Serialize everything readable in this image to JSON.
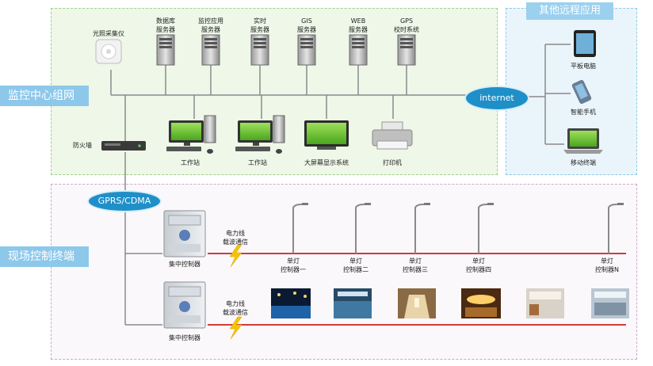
{
  "zones": {
    "monitor_center": "监控中心组网",
    "field_terminal": "现场控制终端",
    "remote_apps": "其他远程应用"
  },
  "servers": [
    {
      "line1": "数据库",
      "line2": "服务器"
    },
    {
      "line1": "监控应用",
      "line2": "服务器"
    },
    {
      "line1": "实时",
      "line2": "服务器"
    },
    {
      "line1": "GIS",
      "line2": "服务器"
    },
    {
      "line1": "WEB",
      "line2": "服务器"
    },
    {
      "line1": "GPS",
      "line2": "校时系统"
    }
  ],
  "light_collector": "光照采集仪",
  "firewall": "防火墙",
  "workstations": [
    "工作站",
    "工作站"
  ],
  "big_screen": "大屏幕显示系统",
  "printer": "打印机",
  "internet": "internet",
  "gprs": "GPRS/CDMA",
  "remote_devices": [
    "平板电脑",
    "智能手机",
    "移动终端"
  ],
  "controllers": [
    "集中控制器",
    "集中控制器"
  ],
  "plc": {
    "line1": "电力线",
    "line2": "载波通信"
  },
  "lamp_controllers": [
    {
      "line1": "单灯",
      "line2": "控制器一"
    },
    {
      "line1": "单灯",
      "line2": "控制器二"
    },
    {
      "line1": "单灯",
      "line2": "控制器三"
    },
    {
      "line1": "单灯",
      "line2": "控制器四"
    },
    {
      "line1": "单灯",
      "line2": "控制器N"
    }
  ],
  "colors": {
    "network_line": "#8a8a8a",
    "power_line": "#d23a3a",
    "ellipse_fill": "#1f8fc8",
    "zone_label_bg": "#8dc8ea"
  }
}
